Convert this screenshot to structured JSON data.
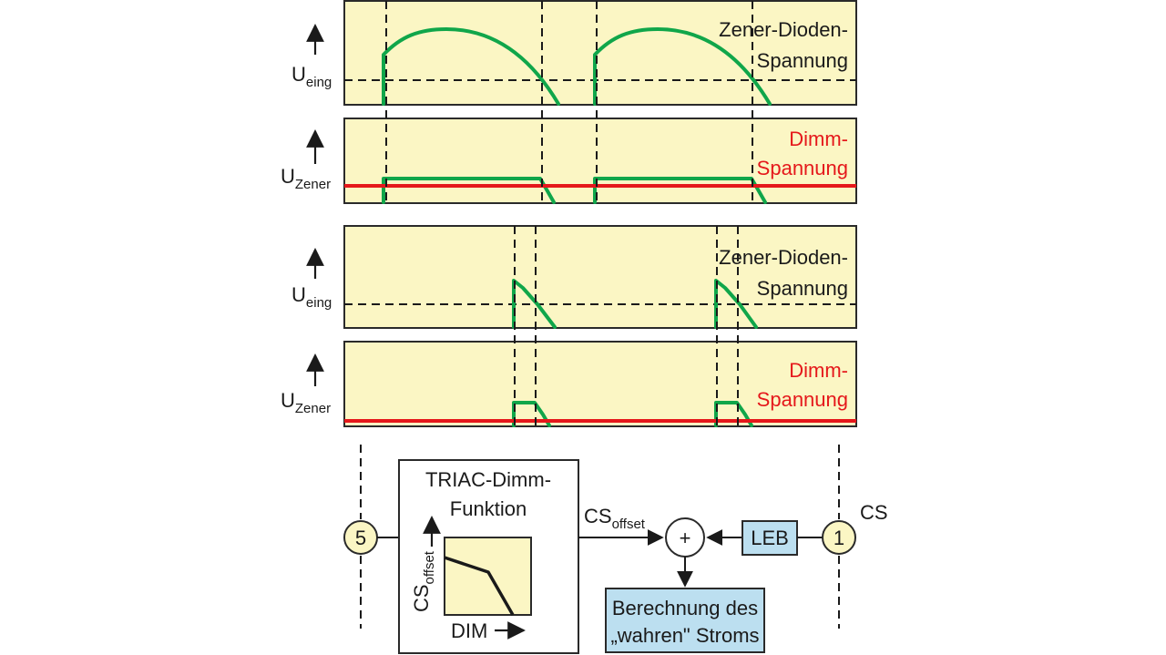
{
  "panels": [
    {
      "axis_main": "U",
      "axis_sub": "eing",
      "label_line1": "Zener-Dioden-",
      "label_line2": "Spannung"
    },
    {
      "axis_main": "U",
      "axis_sub": "Zener",
      "label_line1": "Dimm-",
      "label_line2": "Spannung"
    },
    {
      "axis_main": "U",
      "axis_sub": "eing",
      "label_line1": "Zener-Dioden-",
      "label_line2": "Spannung"
    },
    {
      "axis_main": "U",
      "axis_sub": "Zener",
      "label_line1": "Dimm-",
      "label_line2": "Spannung"
    }
  ],
  "block": {
    "pin_left": "5",
    "pin_right": "1",
    "pin_right_label": "CS",
    "triac_title_line1": "TRIAC-Dimm-",
    "triac_title_line2": "Funktion",
    "graph_ylabel_main": "CS",
    "graph_ylabel_sub": "offset",
    "graph_xlabel": "DIM",
    "cs_offset_main": "CS",
    "cs_offset_sub": "offset",
    "sum_symbol": "+",
    "leb_label": "LEB",
    "result_line1": "Berechnung des",
    "result_line2": "„wahren\" Stroms"
  },
  "colors": {
    "panel_fill": "#fbf6c4",
    "wave_green": "#10a64a",
    "dimm_red": "#e5181b",
    "box_blue": "#bcdff0"
  }
}
